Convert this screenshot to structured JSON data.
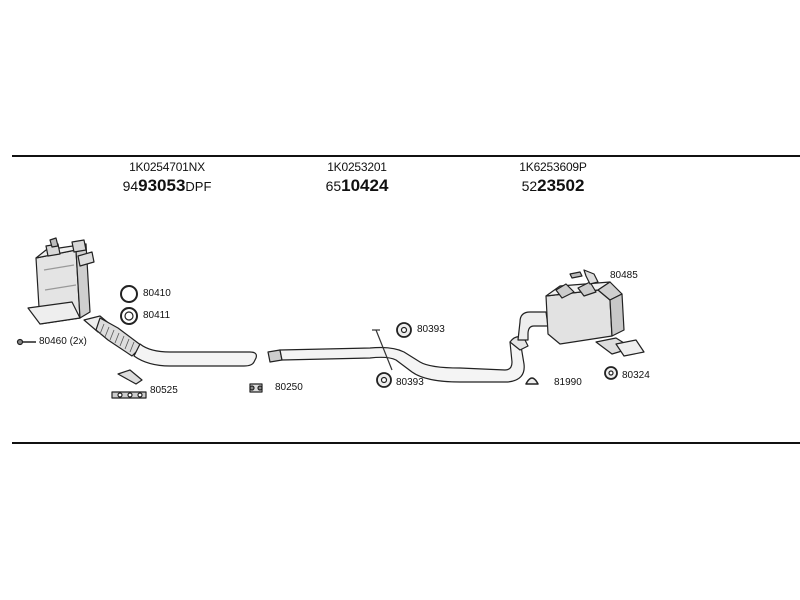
{
  "headers": [
    {
      "part_number": "1K0254701NX",
      "prefix": "94",
      "main": "93053",
      "suffix": "DPF"
    },
    {
      "part_number": "1K0253201",
      "prefix": "65",
      "main": "10424",
      "suffix": ""
    },
    {
      "part_number": "1K6253609P",
      "prefix": "52",
      "main": "23502",
      "suffix": ""
    }
  ],
  "labels": {
    "l80410": "80410",
    "l80411": "80411",
    "l80460": "80460 (2x)",
    "l80525": "80525",
    "l80250": "80250",
    "l80393a": "80393",
    "l80393b": "80393",
    "l81990": "81990",
    "l80485": "80485",
    "l80324": "80324"
  }
}
